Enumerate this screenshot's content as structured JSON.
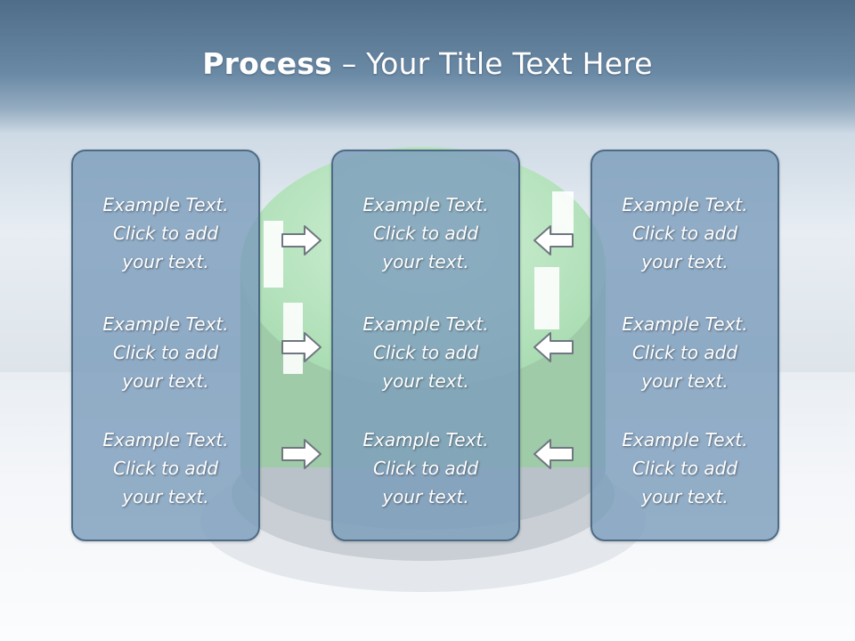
{
  "slide": {
    "title_bold": "Process",
    "title_rest": " – Your Title Text Here"
  },
  "columns": [
    {
      "blocks": [
        [
          "Example Text.",
          "Click  to add",
          "your text."
        ],
        [
          "Example Text.",
          "Click  to add",
          "your text."
        ],
        [
          "Example Text.",
          "Click  to add",
          "your text."
        ]
      ]
    },
    {
      "blocks": [
        [
          "Example Text.",
          "Click  to add",
          "your text."
        ],
        [
          "Example Text.",
          "Click  to add",
          "your text."
        ],
        [
          "Example Text.",
          "Click  to add",
          "your text."
        ]
      ]
    },
    {
      "blocks": [
        [
          "Example Text.",
          "Click  to add",
          "your text."
        ],
        [
          "Example Text.",
          "Click  to add",
          "your text."
        ],
        [
          "Example Text.",
          "Click  to add",
          "your text."
        ]
      ]
    }
  ],
  "arrows": {
    "left_pair": "arrow-right-icon",
    "right_pair": "arrow-left-icon"
  },
  "colors": {
    "header": "#5d7c99",
    "box_fill": "#7c9dbc",
    "box_border": "#4e6b86",
    "button_green": "#bfe8c6"
  }
}
